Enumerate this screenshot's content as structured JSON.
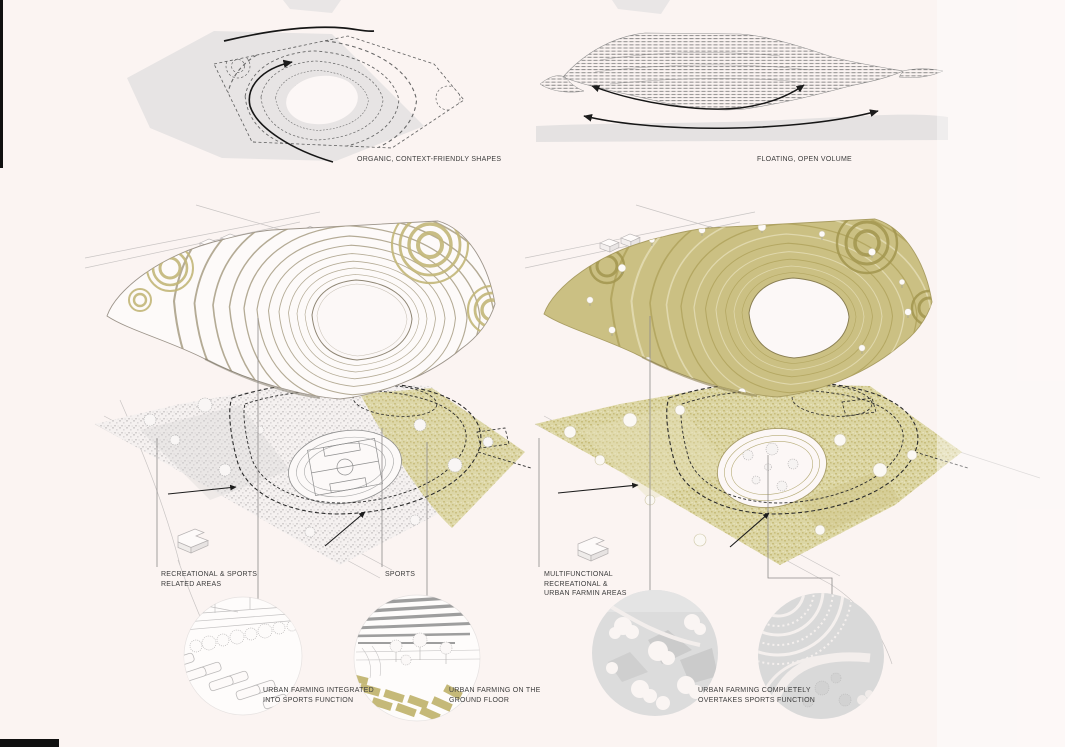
{
  "board": {
    "background": "#fbf4f2",
    "ink": "#1c1c1c",
    "khaki_accent": "#c9bd7e",
    "khaki_plan": "#dcd6a4",
    "light_gray": "#dcdcdc",
    "concepts": [
      {
        "caption": "ORGANIC, CONTEXT-FRIENDLY SHAPES"
      },
      {
        "caption": "FLOATING, OPEN VOLUME"
      }
    ],
    "schemes": [
      {
        "area_labels": [
          "RECREATIONAL & SPORTS\nRELATED AREAS",
          "SPORTS"
        ]
      },
      {
        "area_labels": [
          "MULTIFUNCTIONAL\nRECREATIONAL &\nURBAN FARMIN AREAS"
        ]
      }
    ],
    "vignettes": [
      {
        "caption": "URBAN FARMING INTEGRATED\nINTO SPORTS FUNCTION"
      },
      {
        "caption": "URBAN FARMING ON THE\nGROUND FLOOR"
      },
      {
        "caption": "URBAN FARMING COMPLETELY\nOVERTAKES SPORTS FUNCTION"
      }
    ]
  }
}
